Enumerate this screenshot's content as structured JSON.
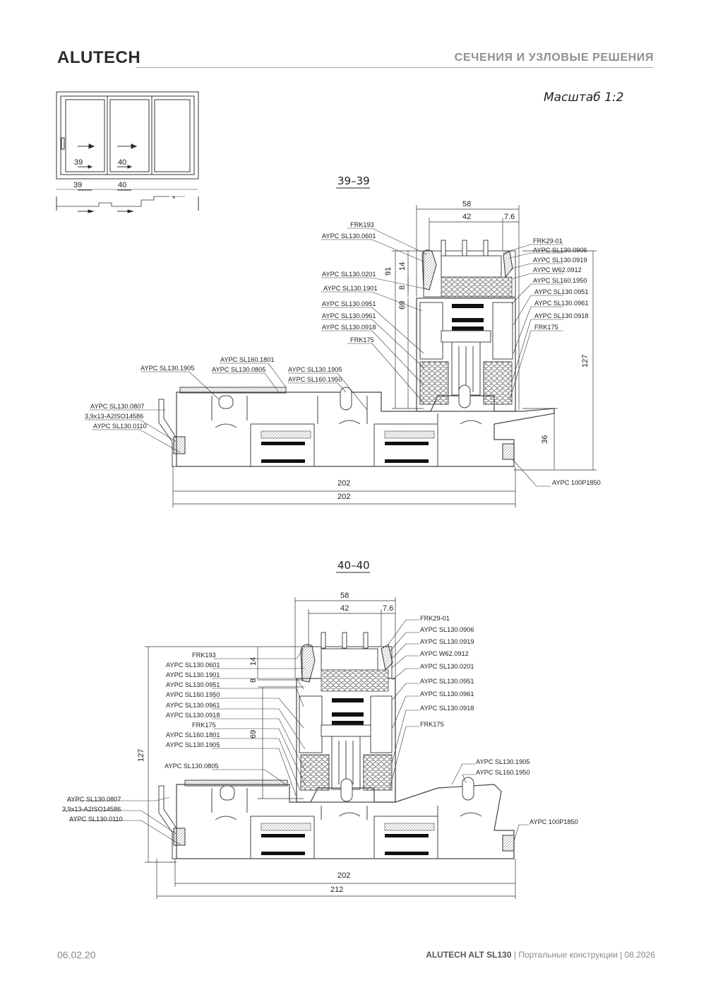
{
  "header": {
    "brand": "ALUTECH",
    "title": "СЕЧЕНИЯ И УЗЛОВЫЕ РЕШЕНИЯ"
  },
  "scale_label": "Масштаб 1:2",
  "overview": {
    "mark_39": "39",
    "mark_40": "40"
  },
  "section_39": {
    "title": "39–39",
    "dims": {
      "w58": "58",
      "w42": "42",
      "w76": "7.6",
      "h91": "91",
      "h14": "14",
      "h8": "8",
      "h69": "69",
      "h127": "127",
      "h36": "36",
      "w202a": "202",
      "w202b": "202"
    },
    "labels_left": [
      "FRK193",
      "AYPC SL130.0601",
      "AYPC SL130.0201",
      "AYPC SL130.1901",
      "AYPC SL130.0951",
      "AYPC SL130.0961",
      "AYPC SL130.0918",
      "FRK175"
    ],
    "labels_right": [
      "FRK29-01",
      "AYPC SL130.0906",
      "AYPC SL130.0919",
      "AYPC W62.0912",
      "AYPC SL160.1950",
      "AYPC SL130.0951",
      "AYPC SL130.0961",
      "AYPC SL130.0918",
      "FRK175"
    ],
    "labels_mid": [
      "AYPC SL130.1905",
      "AYPC SL160.1801",
      "AYPC SL130.0805",
      "AYPC SL130.1905",
      "AYPC SL160.1950"
    ],
    "labels_lower_left": [
      "AYPC SL130.0807",
      "3,9x13-A2ISO14586",
      "AYPC SL130.0110"
    ],
    "label_bottom_right": "AYPC 100P1850"
  },
  "section_40": {
    "title": "40–40",
    "dims": {
      "w58": "58",
      "w42": "42",
      "w76": "7.6",
      "h14": "14",
      "h8": "8",
      "h69": "69",
      "h127": "127",
      "w202": "202",
      "w212": "212"
    },
    "labels_left": [
      "FRK193",
      "AYPC SL130.0601",
      "AYPC SL130.1901",
      "AYPC SL130.0951",
      "AYPC SL160.1950",
      "AYPC SL130.0961",
      "AYPC SL130.0918",
      "FRK175",
      "AYPC SL160.1801",
      "AYPC SL130.1905",
      "AYPC SL130.0805"
    ],
    "labels_right": [
      "FRK29-01",
      "AYPC SL130.0906",
      "AYPC SL130.0919",
      "AYPC W62.0912",
      "AYPC SL130.0201",
      "AYPC SL130.0951",
      "AYPC SL130.0961",
      "AYPC SL130.0918",
      "FRK175"
    ],
    "labels_mid_right": [
      "AYPC SL130.1905",
      "AYPC SL160.1950"
    ],
    "labels_lower_left": [
      "AYPC SL130.0807",
      "3,9x13-A2ISO14586",
      "AYPC SL130.0110"
    ],
    "label_bottom_right": "AYPC 100P1850"
  },
  "footer": {
    "date": "06.02.20",
    "product": "ALUTECH ALT SL130",
    "rest": "| Портальные конструкции | 08.2026"
  }
}
